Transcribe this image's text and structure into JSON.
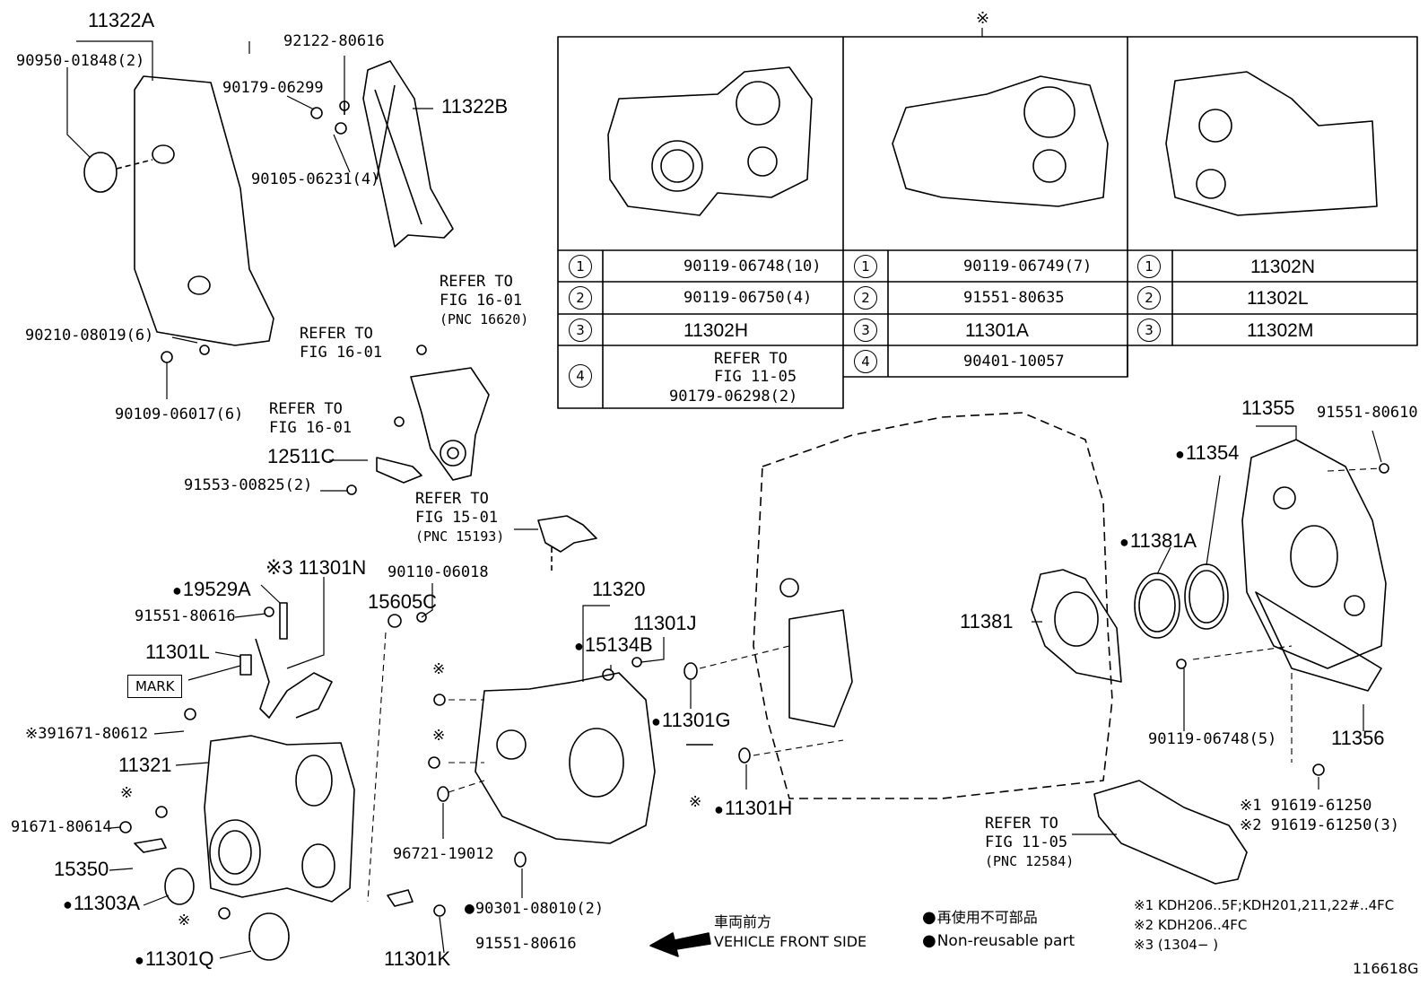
{
  "diagram_id": "116618G",
  "top_mark": "※",
  "legend": {
    "direction_jp": "車両前方",
    "direction_en": "VEHICLE FRONT SIDE",
    "nonreusable_jp": "再使用不可部品",
    "nonreusable_en": "Non-reusable part",
    "note1": "※1 KDH206..5F;KDH201,211,22#..4FC",
    "note2": "※2 KDH206..4FC",
    "note3": "※3 (1304−      )"
  },
  "callouts": {
    "p11322A": "11322A",
    "p90950": "90950-01848(2)",
    "p92122": "92122-80616",
    "p90179_299": "90179-06299",
    "p11322B": "11322B",
    "p90105": "90105-06231(4)",
    "p90210": "90210-08019(6)",
    "p90109": "90109-06017(6)",
    "ref1601a": "REFER TO",
    "ref1601a2": "FIG 16-01",
    "ref1601a3": "(PNC 16620)",
    "ref1601b": "REFER TO",
    "ref1601b2": "FIG 16-01",
    "ref1601c": "REFER TO",
    "ref1601c2": "FIG 16-01",
    "p12511C": "12511C",
    "p91553": "91553-00825(2)",
    "ref1501": "REFER TO",
    "ref1501b": "FIG 15-01",
    "ref1501c": "(PNC 15193)",
    "p11301N": "※3 11301N",
    "p19529A": "19529A",
    "p91551_616a": "91551-80616",
    "p11301L": "11301L",
    "mark": "MARK",
    "p91671_612": "※391671-80612",
    "p11321": "11321",
    "star1": "※",
    "p91671_614": "91671-80614",
    "p15350": "15350",
    "p11303A": "11303A",
    "star2": "※",
    "p11301Q": "11301Q",
    "p90110": "90110-06018",
    "p15605C": "15605C",
    "p11320": "11320",
    "p11301J": "11301J",
    "p15134B": "15134B",
    "star3": "※",
    "star4": "※",
    "p96721": "96721-19012",
    "p90301": "90301-08010(2)",
    "p11301K": "11301K",
    "p91551_616b": "91551-80616",
    "p11301G": "11301G",
    "star5": "※",
    "p11301H": "11301H",
    "p11381": "11381",
    "p11381A": "11381A",
    "p11354": "11354",
    "p11355": "11355",
    "p91551_610": "91551-80610",
    "p90119_748": "90119-06748(5)",
    "p11356": "11356",
    "p91619a": "※1 91619-61250",
    "p91619b": "※2 91619-61250(3)",
    "ref1105": "REFER TO",
    "ref1105b": "FIG 11-05",
    "ref1105c": "(PNC 12584)"
  },
  "table": {
    "col1": [
      {
        "num": "1",
        "part": "90119-06748(10)"
      },
      {
        "num": "2",
        "part": "90119-06750(4)"
      },
      {
        "num": "3",
        "part": "11302H"
      },
      {
        "num": "4",
        "part": "90179-06298(2)",
        "ref1": "REFER TO",
        "ref2": "FIG 11-05"
      }
    ],
    "col2": [
      {
        "num": "1",
        "part": "90119-06749(7)"
      },
      {
        "num": "2",
        "part": "91551-80635"
      },
      {
        "num": "3",
        "part": "11301A"
      },
      {
        "num": "4",
        "part": "90401-10057"
      }
    ],
    "col3": [
      {
        "num": "1",
        "part": "11302N"
      },
      {
        "num": "2",
        "part": "11302L"
      },
      {
        "num": "3",
        "part": "11302M"
      }
    ]
  }
}
